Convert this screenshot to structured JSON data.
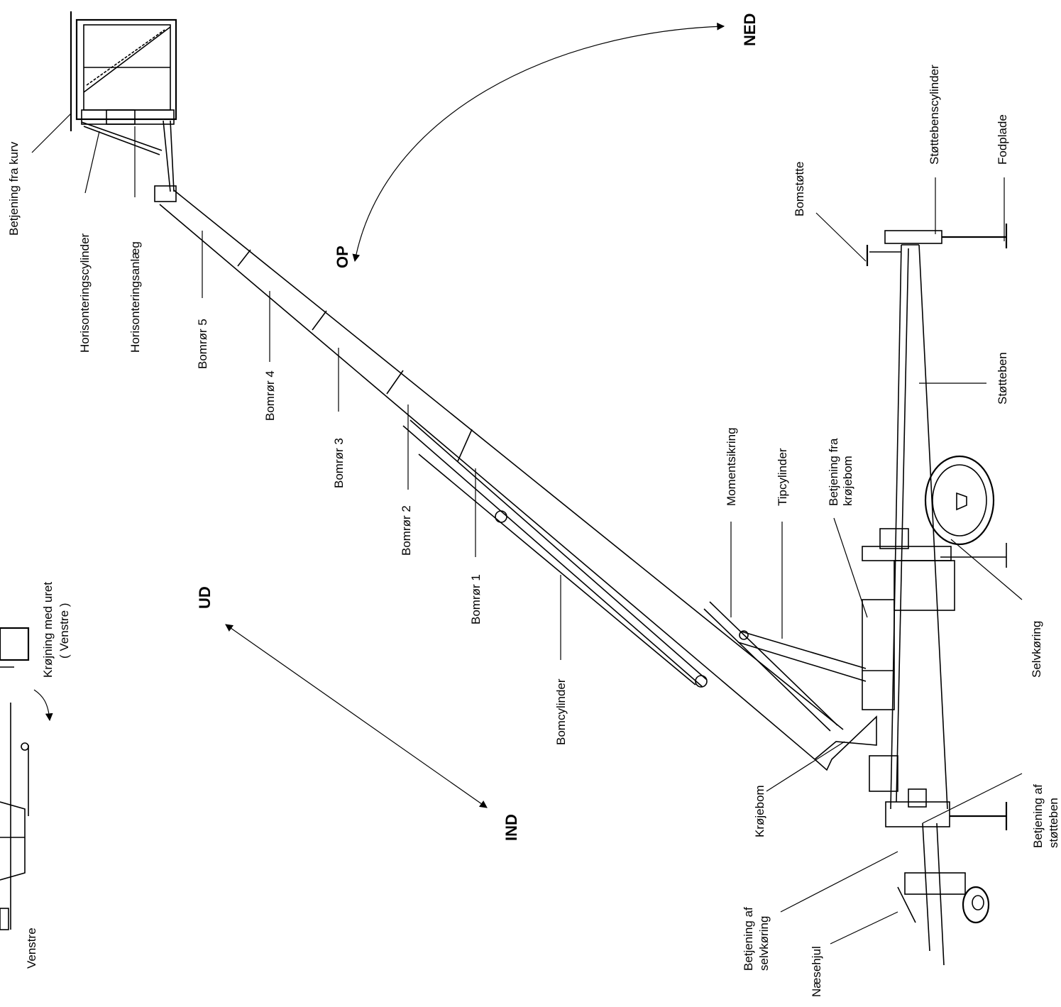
{
  "labels": {
    "betjening_fra_kurv": "Betjening fra kurv",
    "horisonteringscylinder": "Horisonteringscylinder",
    "horisonteringsanlaeg": "Horisonteringsanlæg",
    "bomroer5": "Bomrør 5",
    "bomroer4": "Bomrør 4",
    "bomroer3": "Bomrør 3",
    "bomroer2": "Bomrør 2",
    "bomroer1": "Bomrør 1",
    "bomcylinder": "Bomcylinder",
    "momentsikring": "Momentsikring",
    "tipcylinder": "Tipcylinder",
    "betjening_fra_kroejebom_1": "Betjening fra",
    "betjening_fra_kroejebom_2": "krøjebom",
    "kroejebom": "Krøjebom",
    "betjening_af_selvkoering_1": "Betjening af",
    "betjening_af_selvkoering_2": "selvkøring",
    "naesehjul": "Næsehjul",
    "betjening_af_stoetteben_1": "Betjening af",
    "betjening_af_stoetteben_2": "støtteben",
    "selvkoering": "Selvkøring",
    "stoetteben": "Støtteben",
    "bomstoette": "Bomstøtte",
    "stoettebenscylinder": "Støttebenscylinder",
    "fodplade": "Fodplade",
    "kroejning_1": "Krøjning med uret",
    "kroejning_2": "( Venstre )",
    "venstre": "Venstre"
  },
  "directions": {
    "ned": "NED",
    "op": "OP",
    "ud": "UD",
    "ind": "IND"
  }
}
